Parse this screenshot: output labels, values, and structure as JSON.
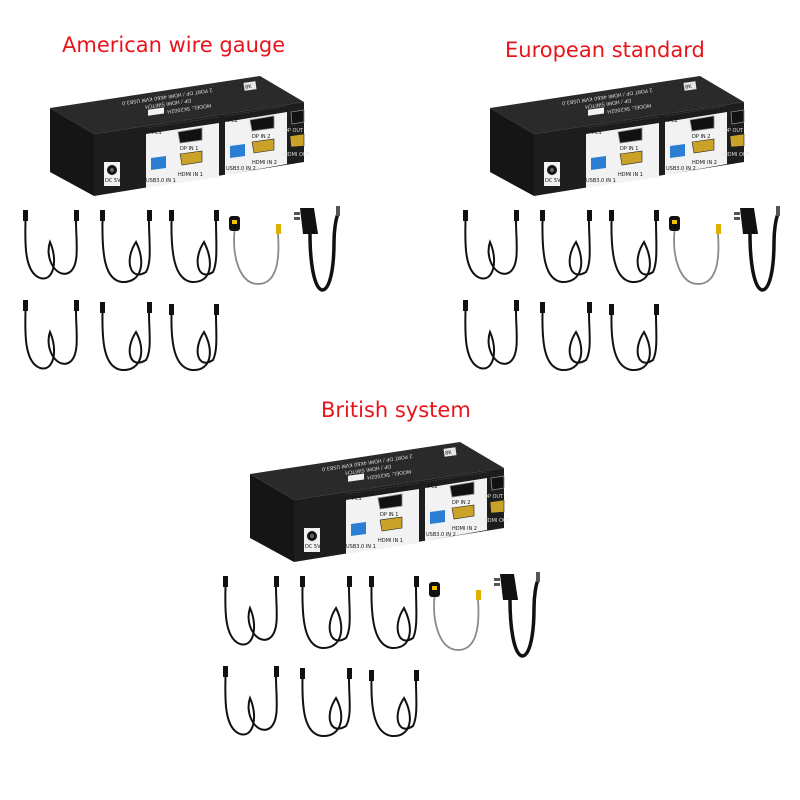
{
  "headings": {
    "us": "American wire gauge",
    "eu": "European standard",
    "uk": "British system"
  },
  "device": {
    "top_text": "DP / HDMI SWITCH",
    "top_subtext": "2 PORT DP / HDMI 4K60 KVM USB3.0",
    "model": "MODEL: SK2002H",
    "badge": "8K",
    "pc1": "PC1",
    "pc2": "PC2",
    "dp_in_1": "DP IN 1",
    "dp_in_2": "DP IN 2",
    "dp_out": "DP OUT",
    "usb_in_1": "USB3.0 IN 1",
    "usb_in_2": "USB3.0 IN 2",
    "hdmi_in_1": "HDMI IN 1",
    "hdmi_in_2": "HDMI IN 2",
    "hdmi_out": "HDMI OUT",
    "dc": "DC 5V"
  },
  "colors": {
    "heading": "#e8141b",
    "device_body": "#1c1c1c",
    "device_top": "#2b2b2b",
    "usb_blue": "#2a7fd4",
    "hdmi_gold": "#c9a227",
    "cable": "#111111",
    "grey_cable": "#8a8a8a",
    "connector_yellow": "#e0b000"
  },
  "accessories": {
    "row1": [
      "usb-cable-icon",
      "hdmi-cable-icon",
      "hdmi-cable-icon",
      "wired-remote-icon",
      "power-adapter-icon"
    ],
    "row2": [
      "usb-cable-icon",
      "hdmi-cable-icon",
      "hdmi-cable-icon"
    ]
  }
}
